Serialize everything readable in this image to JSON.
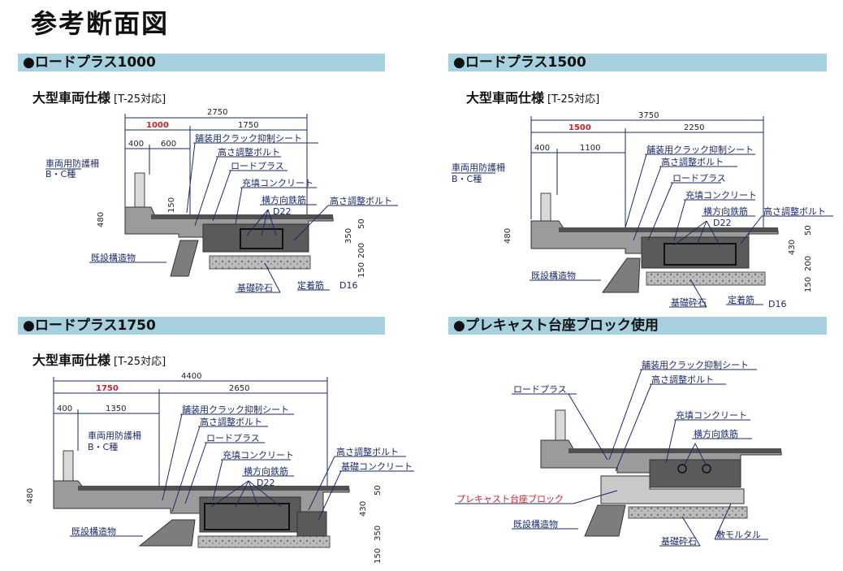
{
  "title": "参考断面図",
  "sections": [
    {
      "heading": "●ロードプラス1000",
      "sub": "大型車両仕様",
      "spec": "[T-25対応]",
      "dims": {
        "total": "2750",
        "red": "1000",
        "right": "1750",
        "d1": "400",
        "d2": "600",
        "h1": "480",
        "h2": "150",
        "v1": "50",
        "v2": "350",
        "v3": "200",
        "v4": "150"
      },
      "labels": {
        "guard": "車両用防護柵",
        "guard_type": "B・C種",
        "sheet": "舗装用クラック抑制シート",
        "bolt": "高さ調整ボルト",
        "road": "ロードプラス",
        "fill": "充填コンクリート",
        "rebar": "横方向鉄筋",
        "rebar_size": "D22",
        "bolt2": "高さ調整ボルト",
        "existing": "既設構造物",
        "base": "基礎砕石",
        "anchor": "定着筋",
        "anchor_size": "D16"
      }
    },
    {
      "heading": "●ロードプラス1500",
      "sub": "大型車両仕様",
      "spec": "[T-25対応]",
      "dims": {
        "total": "3750",
        "red": "1500",
        "right": "2250",
        "d1": "400",
        "d2": "1100",
        "h1": "480",
        "v1": "50",
        "v2": "430",
        "v3": "200",
        "v4": "150"
      },
      "labels": {
        "guard": "車両用防護柵",
        "guard_type": "B・C種",
        "sheet": "舗装用クラック抑制シート",
        "bolt": "高さ調整ボルト",
        "road": "ロードプラス",
        "fill": "充填コンクリート",
        "rebar": "横方向鉄筋",
        "rebar_size": "D22",
        "bolt2": "高さ調整ボルト",
        "existing": "既設構造物",
        "base": "基礎砕石",
        "anchor": "定着筋",
        "anchor_size": "D16"
      }
    },
    {
      "heading": "●ロードプラス1750",
      "sub": "大型車両仕様",
      "spec": "[T-25対応]",
      "dims": {
        "total": "4400",
        "red": "1750",
        "right": "2650",
        "d1": "400",
        "d2": "1350",
        "h1": "480",
        "v1": "50",
        "v2": "430",
        "v3": "350",
        "v4": "150"
      },
      "labels": {
        "guard": "車両用防護柵",
        "guard_type": "B・C種",
        "sheet": "舗装用クラック抑制シート",
        "bolt": "高さ調整ボルト",
        "road": "ロードプラス",
        "fill": "充填コンクリート",
        "rebar": "横方向鉄筋",
        "rebar_size": "D22",
        "bolt2": "高さ調整ボルト",
        "base_conc": "基礎コンクリート",
        "existing": "既設構造物"
      }
    },
    {
      "heading": "●プレキャスト台座ブロック使用",
      "labels": {
        "road": "ロードプラス",
        "sheet": "舗装用クラック抑制シート",
        "bolt": "高さ調整ボルト",
        "fill": "充填コンクリート",
        "rebar": "横方向鉄筋",
        "precast": "プレキャスト台座ブロック",
        "existing": "既設構造物",
        "mortar": "敷モルタル",
        "base": "基礎砕石"
      }
    }
  ]
}
